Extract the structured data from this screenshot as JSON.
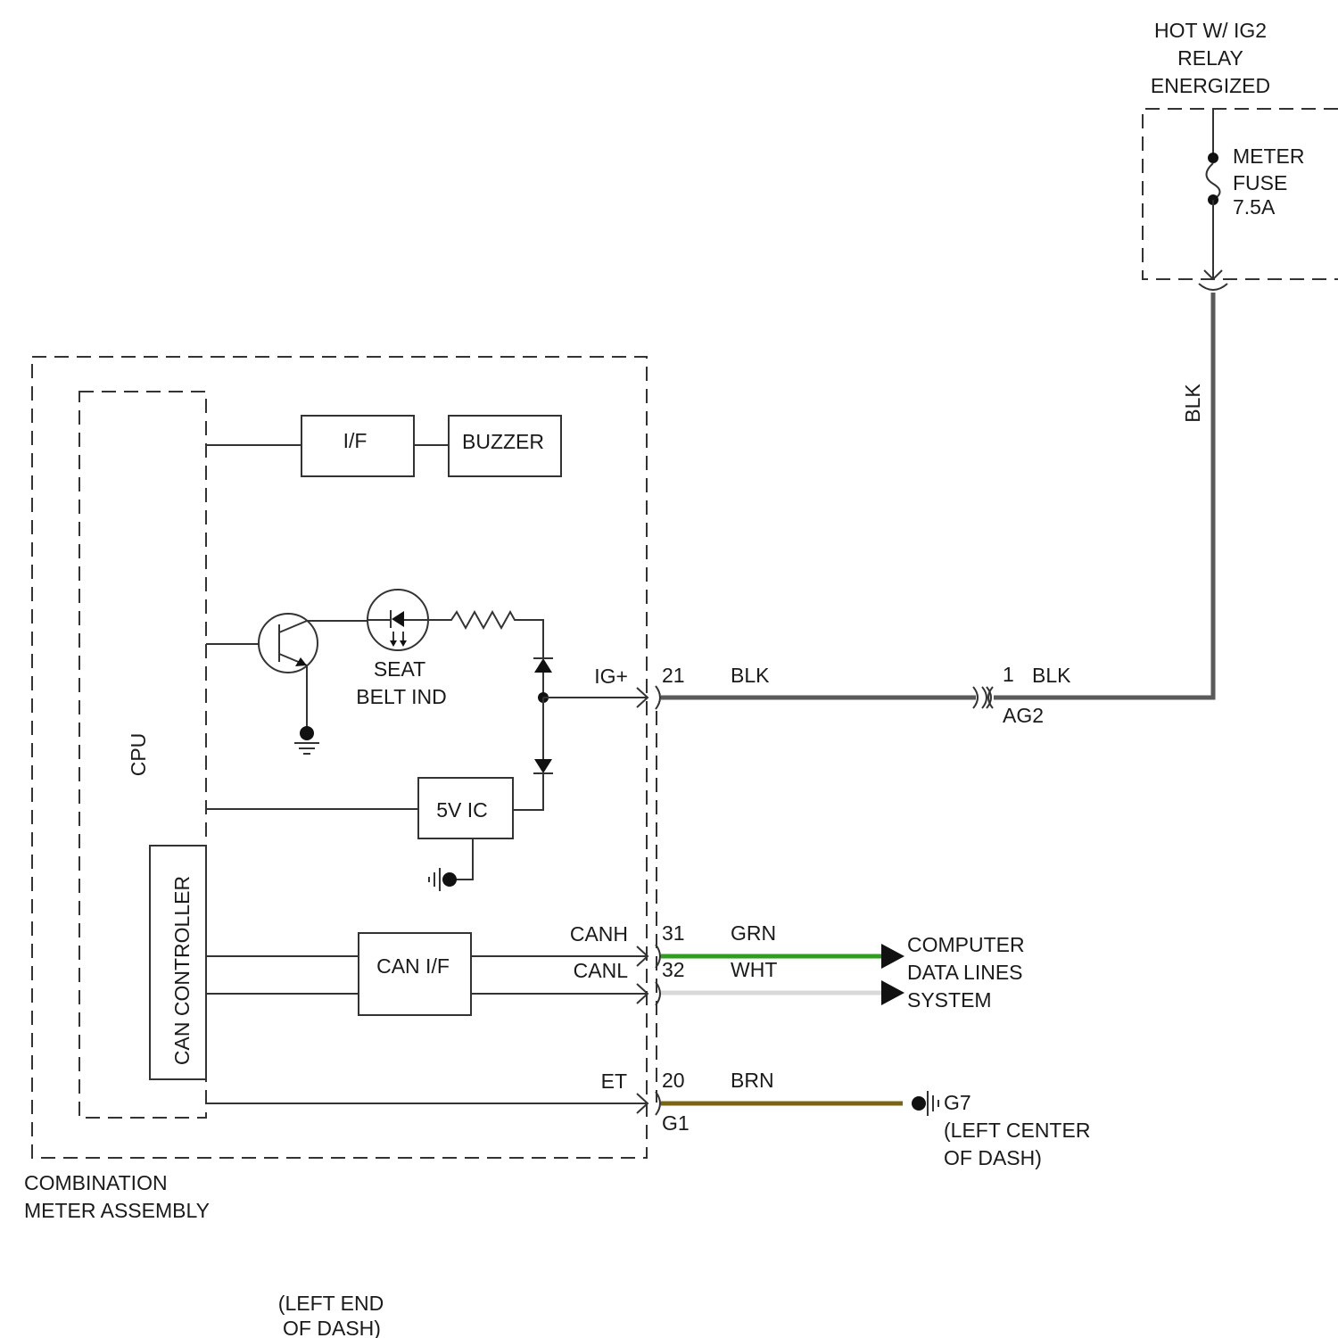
{
  "power_source": {
    "lines": [
      "HOT W/ IG2",
      "RELAY",
      "ENERGIZED"
    ],
    "fuse_lines": [
      "METER",
      "FUSE",
      "7.5A"
    ]
  },
  "meter_assembly": {
    "name_lines": [
      "COMBINATION",
      "METER ASSEMBLY"
    ],
    "cpu_label": "CPU",
    "can_controller_label": "CAN CONTROLLER",
    "if_label": "I/F",
    "buzzer_label": "BUZZER",
    "seatbelt_lines": [
      "SEAT",
      "BELT IND"
    ],
    "ic_label": "5V IC",
    "can_if_label": "CAN I/F"
  },
  "pins": {
    "igp": {
      "signal": "IG+",
      "pin": "21",
      "wire": "BLK"
    },
    "canh": {
      "signal": "CANH",
      "pin": "31",
      "wire": "GRN"
    },
    "canl": {
      "signal": "CANL",
      "pin": "32",
      "wire": "WHT"
    },
    "et": {
      "signal": "ET",
      "pin": "20",
      "wire": "BRN",
      "connector": "G1"
    }
  },
  "inline_connector": {
    "pin": "1",
    "wire": "BLK",
    "name": "AG2"
  },
  "vertical_wire_color": "BLK",
  "data_lines_lines": [
    "COMPUTER",
    "DATA LINES",
    "SYSTEM"
  ],
  "ground": {
    "name": "G7",
    "location_lines": [
      "(LEFT CENTER",
      "OF DASH)"
    ]
  },
  "bottom_note_lines": [
    "(LEFT END",
    "OF DASH)"
  ],
  "wire_colors": {
    "blk": "#5a5a5a",
    "grn": "#2f9e1f",
    "wht": "#d9d9d9",
    "brn": "#7a6513"
  }
}
